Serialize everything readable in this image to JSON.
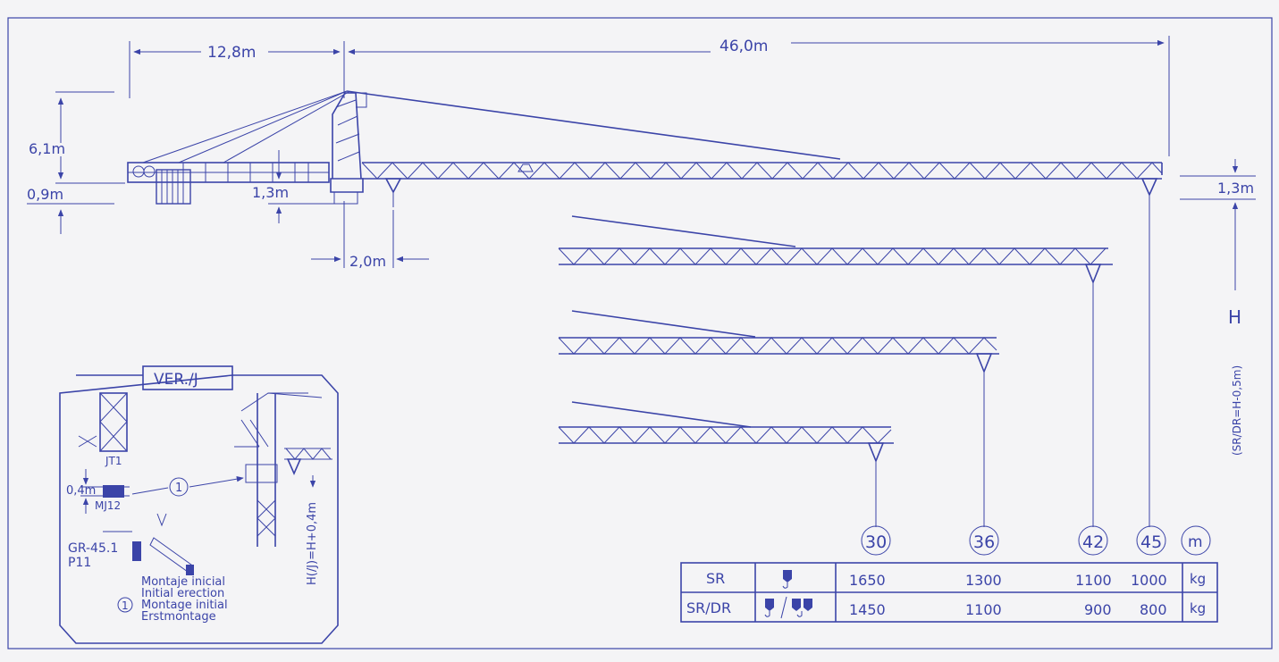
{
  "dimensions": {
    "counterjib_length": "12,8m",
    "jib_length": "46,0m",
    "tower_head_height": "6,1m",
    "counterjib_height": "0,9m",
    "counterjib_depth": "1,3m",
    "jib_depth": "1,3m",
    "offset": "2,0m",
    "height_label": "H",
    "height_note": "(SR/DR=H-0,5m)"
  },
  "inset": {
    "title": "VER./J",
    "jt1": "JT1",
    "spacer_height": "0,4m",
    "mj12": "MJ12",
    "step": "1",
    "gr": "GR-45.1",
    "p11": "P11",
    "height_formula": "H(/J)=H+0,4m",
    "erection_lines": [
      "Montaje inicial",
      "Initial erection",
      "Montage initial",
      "Erstmontage"
    ]
  },
  "table": {
    "radii": [
      "30",
      "36",
      "42",
      "45"
    ],
    "radius_unit": "m",
    "rows": [
      {
        "label": "SR",
        "hook": "single-hook-icon",
        "values": [
          "1650",
          "1300",
          "1100",
          "1000"
        ],
        "unit": "kg"
      },
      {
        "label": "SR/DR",
        "hook": "double-hook-icon",
        "values": [
          "1450",
          "1100",
          "900",
          "800"
        ],
        "unit": "kg"
      }
    ]
  },
  "colors": {
    "ink": "#3b44a8",
    "paper": "#f4f4f6"
  }
}
